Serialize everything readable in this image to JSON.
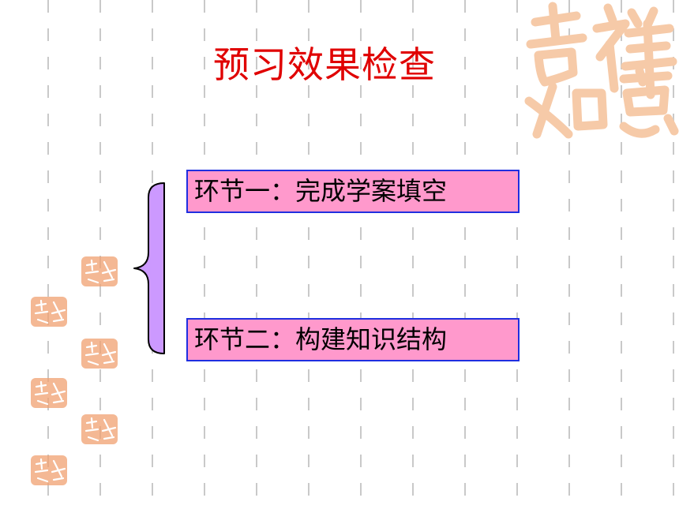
{
  "title": "预习效果检查",
  "steps": [
    {
      "label": "环节一：完成学案填空"
    },
    {
      "label": "环节二：构建知识结构"
    }
  ],
  "colors": {
    "title": "#e00000",
    "box_fill": "#ff99cc",
    "box_border": "#1f2fe0",
    "brace_fill": "#cc99ff",
    "seal": "#f0a070",
    "watermark": "#f6caa8",
    "grid_line": "#c9c9c9"
  },
  "decor": {
    "watermark_text": "吉祥如意",
    "seal_text": "吉祥如意"
  }
}
